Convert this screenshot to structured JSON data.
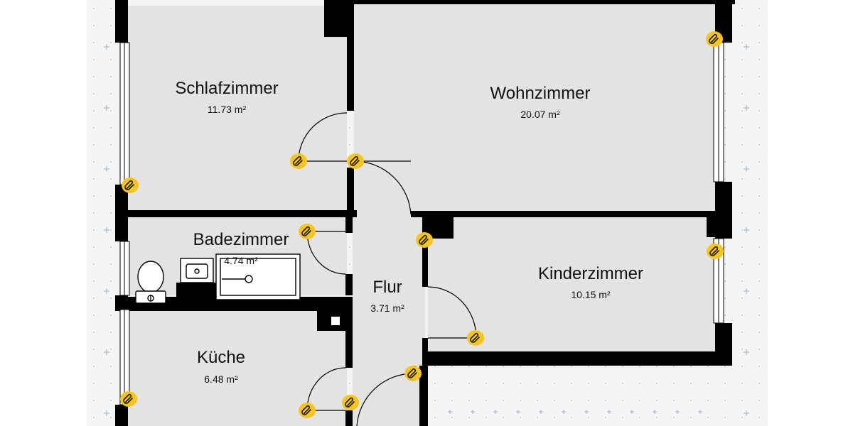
{
  "plan": {
    "colors": {
      "background": "#ffffff",
      "grid_area": "#f5f5f6",
      "grid_dot": "#c9ccd2",
      "grid_plus": "#a9b7c7",
      "room_fill": "#e3e3e4",
      "wall": "#000000",
      "window": "#ffffff",
      "door_line": "#000000",
      "marker_fill": "#f7c51b",
      "marker_icon": "#1b1b1b",
      "text": "#111111"
    },
    "rooms": [
      {
        "id": "schlafzimmer",
        "name": "Schlafzimmer",
        "area": "11.73 m²"
      },
      {
        "id": "wohnzimmer",
        "name": "Wohnzimmer",
        "area": "20.07 m²"
      },
      {
        "id": "badezimmer",
        "name": "Badezimmer",
        "area": "4.74 m²"
      },
      {
        "id": "flur",
        "name": "Flur",
        "area": "3.71 m²"
      },
      {
        "id": "kinderzimmer",
        "name": "Kinderzimmer",
        "area": "10.15 m²"
      },
      {
        "id": "kueche",
        "name": "Küche",
        "area": "6.48 m²"
      }
    ],
    "marker_icon": "paperclip-icon",
    "fixture_icons": [
      "toilet-icon",
      "sink-icon",
      "shower-tray-icon"
    ]
  }
}
